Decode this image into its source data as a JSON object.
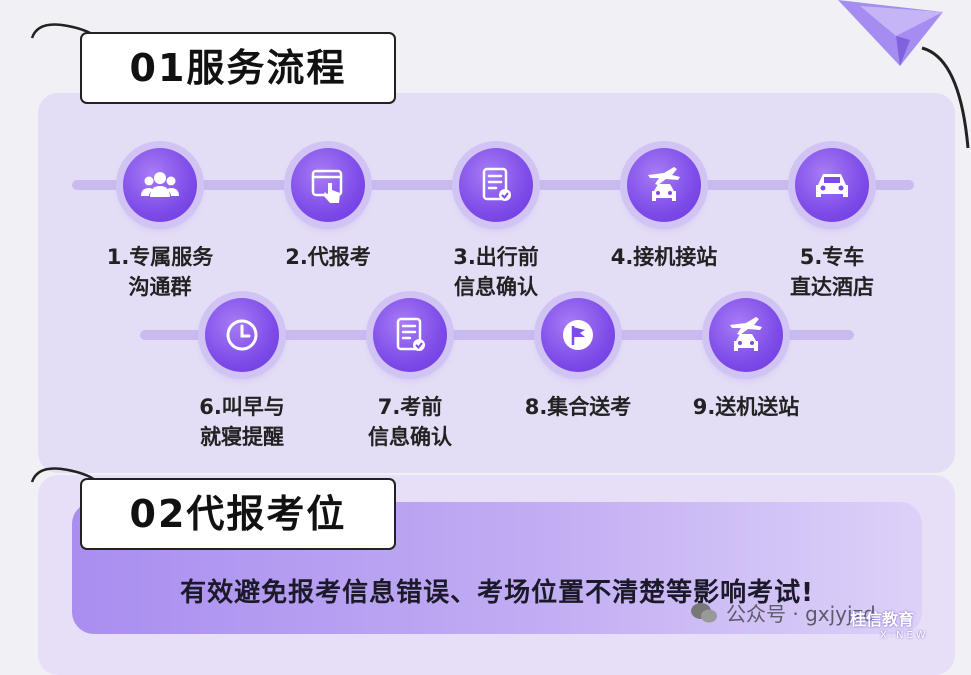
{
  "section1": {
    "title": "01服务流程"
  },
  "section2": {
    "title": "02代报考位",
    "description": "有效避免报考信息错误、考场位置不清楚等影响考试!"
  },
  "steps_row1": [
    {
      "label": "1.专属服务\n沟通群",
      "icon": "group-icon"
    },
    {
      "label": "2.代报考",
      "icon": "touch-screen-icon"
    },
    {
      "label": "3.出行前\n信息确认",
      "icon": "checklist-icon"
    },
    {
      "label": "4.接机接站",
      "icon": "plane-car-icon"
    },
    {
      "label": "5.专车\n直达酒店",
      "icon": "car-icon"
    }
  ],
  "steps_row2": [
    {
      "label": "6.叫早与\n就寝提醒",
      "icon": "clock-icon"
    },
    {
      "label": "7.考前\n信息确认",
      "icon": "checklist-icon"
    },
    {
      "label": "8.集合送考",
      "icon": "flag-icon"
    },
    {
      "label": "9.送机送站",
      "icon": "plane-car-icon"
    }
  ],
  "watermark": {
    "text": "公众号 · gxjyjzd",
    "logo": "桂信教育",
    "logo_sub": "X-NEW"
  },
  "colors": {
    "accent": "#7e4be8",
    "panel": "#e4ddf6",
    "track": "#c9bbef"
  }
}
